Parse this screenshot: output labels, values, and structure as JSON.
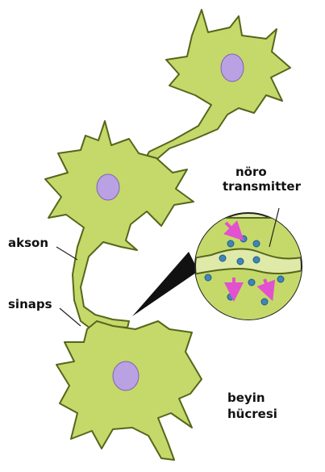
{
  "labels": {
    "neurotransmitter_line1": "nöro",
    "neurotransmitter_line2": "transmitter",
    "axon": "akson",
    "synapse": "sinaps",
    "brain_cell_line1": "beyin",
    "brain_cell_line2": "hücresi"
  },
  "colors": {
    "cell_fill": "#c5d96a",
    "cell_outline": "#55661c",
    "nucleus": "#b9a1e3",
    "synaptic_cleft": "#dfe9a8",
    "vesicle": "#3f86b8",
    "arrow": "#e251cf",
    "magnifier_pointer": "#111111",
    "leader_line": "#222222"
  }
}
